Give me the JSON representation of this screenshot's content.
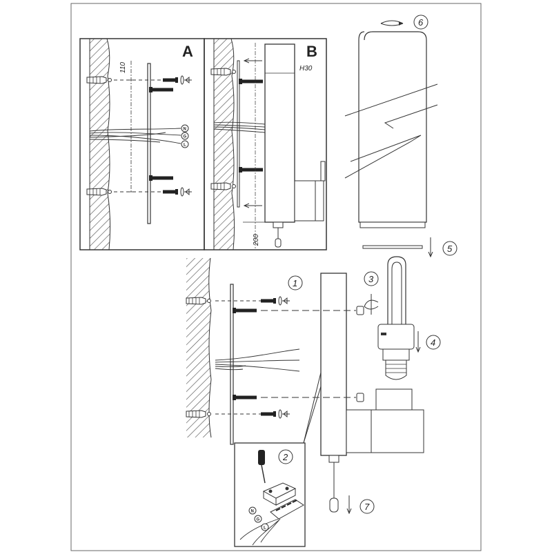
{
  "panels": {
    "a": {
      "label": "A",
      "dimension": "110",
      "wires": [
        "N",
        "G",
        "L"
      ]
    },
    "b": {
      "label": "B",
      "depth_label": "H30",
      "drop_label": "200"
    }
  },
  "steps": [
    "1",
    "2",
    "3",
    "4",
    "5",
    "6",
    "7"
  ],
  "detail": {
    "wires": [
      "N",
      "G",
      "L"
    ]
  },
  "colors": {
    "line": "#333333",
    "hatch": "#555555",
    "paper": "#ffffff"
  }
}
